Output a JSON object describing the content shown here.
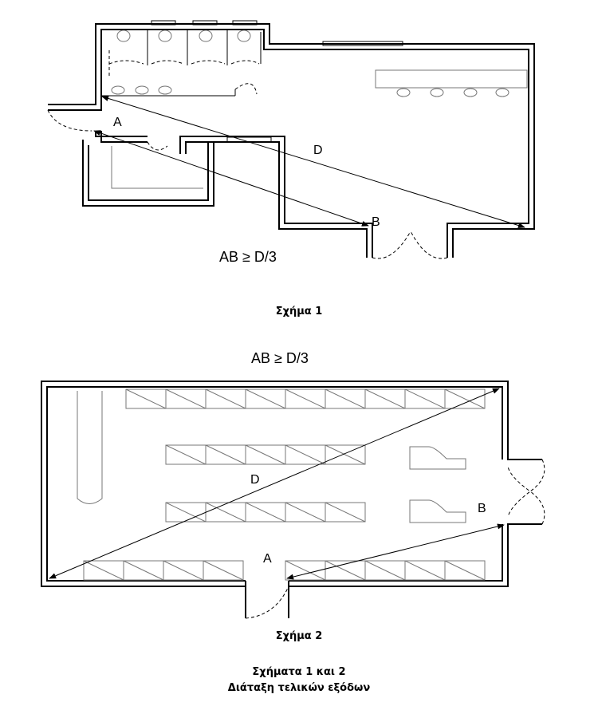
{
  "figure1": {
    "label_a": "A",
    "label_b": "B",
    "label_d": "D",
    "rule": "AB ≥ D/3",
    "caption": "Σχήμα 1"
  },
  "figure2": {
    "rule": "AB ≥ D/3",
    "label_a": "A",
    "label_b": "B",
    "label_d": "D",
    "caption": "Σχήμα 2"
  },
  "footer": {
    "title": "Σχήματα 1 και 2",
    "subtitle": "Διάταξη τελικών εξόδων"
  }
}
